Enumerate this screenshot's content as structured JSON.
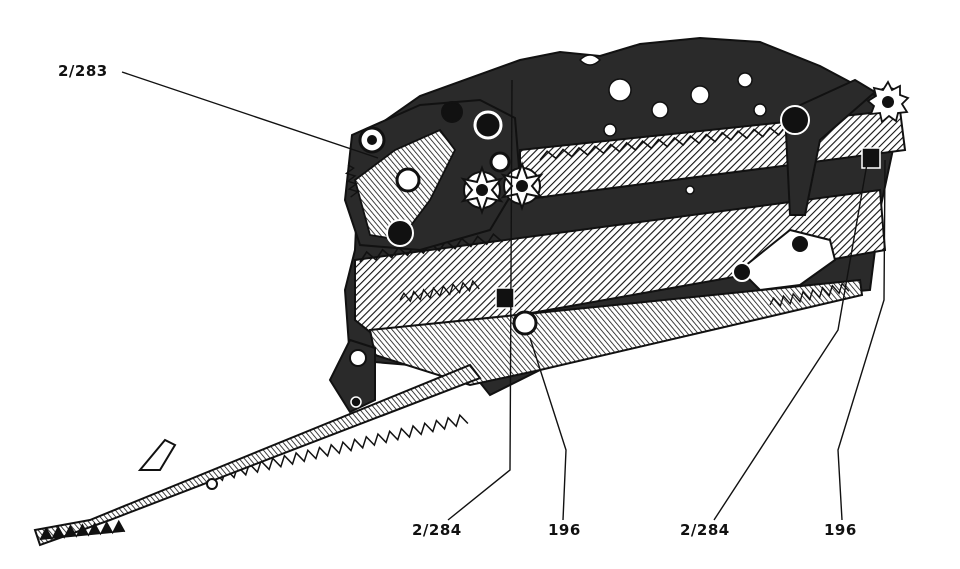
{
  "figure": {
    "callouts": [
      {
        "id": "a",
        "text": "2/283"
      },
      {
        "id": "b",
        "text": "2/284"
      },
      {
        "id": "c",
        "text": "196"
      },
      {
        "id": "d",
        "text": "2/284"
      },
      {
        "id": "e",
        "text": "196"
      }
    ]
  },
  "colors": {
    "ink": "#111111",
    "background": "#ffffff",
    "part_fill": "#2a2a2a",
    "highlight": "#ffffff"
  }
}
